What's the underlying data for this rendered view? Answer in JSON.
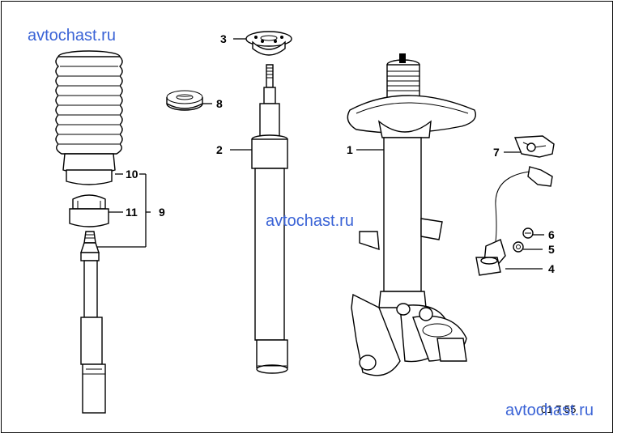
{
  "watermarks": [
    "avtochast.ru",
    "avtochast.ru",
    "avtochast.ru"
  ],
  "watermark_color": "#3a63d6",
  "diagram_code": "01 7 55",
  "callouts": {
    "c1": "1",
    "c2": "2",
    "c3": "3",
    "c4": "4",
    "c5": "5",
    "c6": "6",
    "c7": "7",
    "c8": "8",
    "c9": "9",
    "c10": "10",
    "c11": "11"
  }
}
